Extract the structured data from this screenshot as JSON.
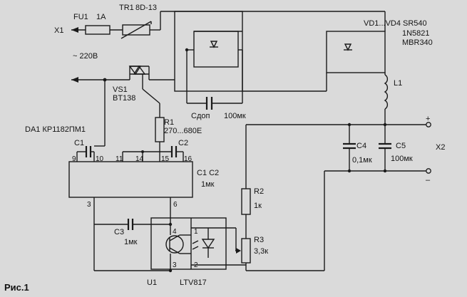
{
  "labels": {
    "x1": "X1",
    "fu1": "FU1",
    "fu1_val": "1A",
    "tr1": "TR1",
    "tr1_val": "8D-13",
    "mains": "~ 220В",
    "vs1": "VS1",
    "vs1_type": "BT138",
    "r1": "R1",
    "r1_val": "270...680E",
    "da1": "DA1 КР1182ПМ1",
    "c1": "C1",
    "c2": "C2",
    "c1c2": "C1 C2",
    "c1c2_val": "1мк",
    "cdop": "Cдоп",
    "cdop_val": "100мк",
    "vd": "VD1...VD4 SR540",
    "vd_alt1": "1N5821",
    "vd_alt2": "MBR340",
    "l1": "L1",
    "c4": "C4",
    "c4_val": "0,1мк",
    "c5": "C5",
    "c5_val": "100мк",
    "x2": "X2",
    "plus": "+",
    "minus": "–",
    "r2": "R2",
    "r2_val": "1к",
    "r3": "R3",
    "r3_val": "3,3к",
    "c3": "C3",
    "c3_val": "1мк",
    "u1": "U1",
    "u1_type": "LTV817",
    "fig": "Рис.1"
  },
  "pins": {
    "p9": "9",
    "p10": "10",
    "p11": "11",
    "p14": "14",
    "p15": "15",
    "p16": "16",
    "p3": "3",
    "p6": "6",
    "u4": "4",
    "u1": "1",
    "u3": "3",
    "u2": "2"
  }
}
